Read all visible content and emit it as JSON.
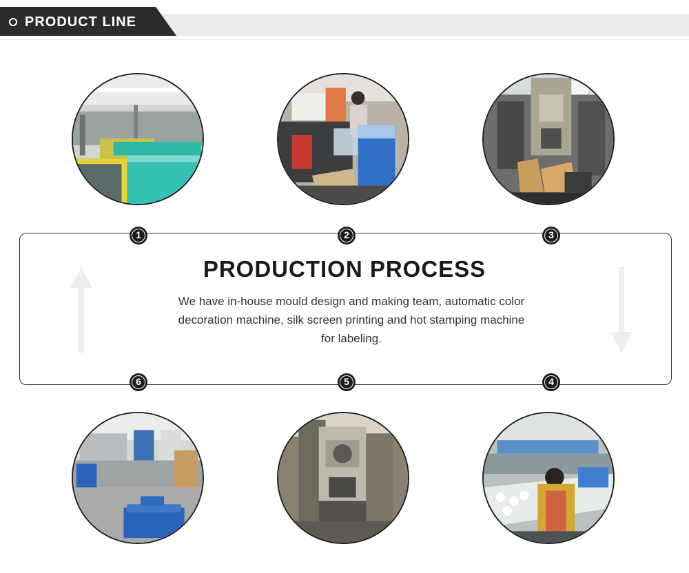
{
  "header": {
    "title": "PRODUCT LINE"
  },
  "process": {
    "title": "PRODUCTION PROCESS",
    "description": "We have in-house mould design and making team, automatic color decoration machine, silk screen printing and hot stamping machine for labeling."
  },
  "steps": [
    {
      "number": "1",
      "photo": "injection-molding-workshop"
    },
    {
      "number": "2",
      "photo": "injection-machine-operator"
    },
    {
      "number": "3",
      "photo": "stamping-press"
    },
    {
      "number": "4",
      "photo": "assembly-line-worker"
    },
    {
      "number": "5",
      "photo": "punch-press-machine"
    },
    {
      "number": "6",
      "photo": "warehouse-crates"
    }
  ],
  "colors": {
    "accent_dark": "#2b2b2b",
    "header_strip": "#ececec",
    "crate_blue": "#2a63b8",
    "machine_teal": "#3bbfb0"
  }
}
